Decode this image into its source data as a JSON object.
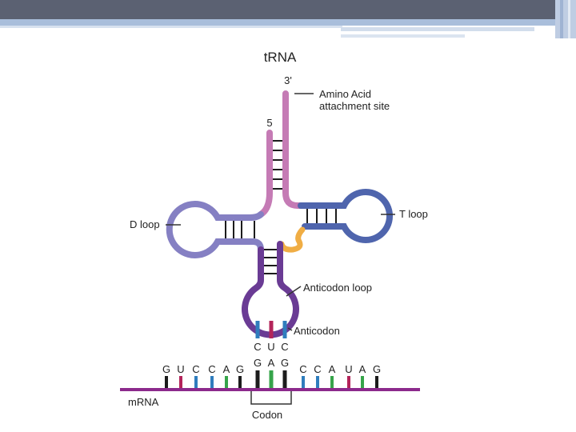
{
  "diagram": {
    "title": "tRNA",
    "three_prime": "3'",
    "five_prime": "5",
    "amino_label_line1": "Amino Acid",
    "amino_label_line2": "attachment site",
    "d_loop": "D loop",
    "t_loop": "T loop",
    "anticodon_loop": "Anticodon loop",
    "anticodon": "Anticodon",
    "anticodon_bases": [
      "C",
      "U",
      "C"
    ],
    "codon_bases": [
      "G",
      "A",
      "G"
    ],
    "mrna_bases": [
      "G",
      "U",
      "C",
      "C",
      "A",
      "G",
      "G",
      "A",
      "G",
      "C",
      "C",
      "A",
      "U",
      "A",
      "G"
    ],
    "mrna": "mRNA",
    "codon": "Codon"
  },
  "colors": {
    "pink": "#c57bb5",
    "blue": "#4f65ad",
    "light_purple": "#8580c3",
    "purple": "#6a3b94",
    "orange": "#f0ad44",
    "mrna_line": "#8c2a8c",
    "base_black": "#1c1c1c",
    "base_red": "#b3245a",
    "base_blue": "#2f7dbd",
    "base_green": "#36a44a"
  }
}
